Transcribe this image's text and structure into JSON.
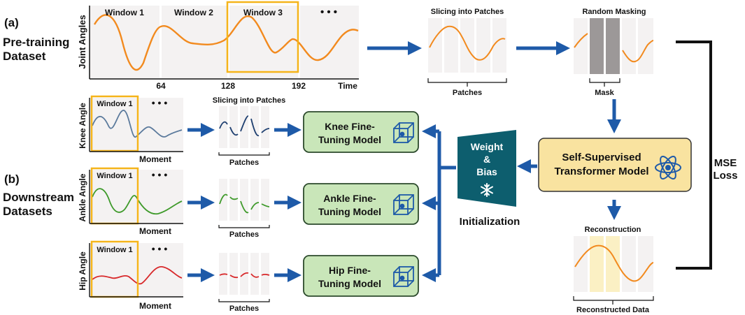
{
  "colors": {
    "orange": "#f28a1e",
    "window_box": "#f5b41a",
    "blue_arrow": "#1e5aa8",
    "knee_signal": "#5b7a9c",
    "ankle_signal": "#3e9a2a",
    "hip_signal": "#d8282a",
    "panel_bg": "#f4f2f2",
    "mask_gray": "#9c9898",
    "model_fill": "#c9e6b9",
    "model_border": "#2c4a2c",
    "transformer_fill": "#f9e3a0",
    "weight_trap": "#0d5e6e",
    "recon_highlight": "#fbf0c4",
    "mse_bracket": "#111111"
  },
  "labels": {
    "a": "(a)",
    "b": "(b)",
    "pretrain_l1": "Pre-training",
    "pretrain_l2": "Dataset",
    "downstream_l1": "Downstream",
    "downstream_l2": "Datasets"
  },
  "pretrain": {
    "ylabel": "Joint Angles",
    "windows": [
      "Window 1",
      "Window 2",
      "Window 3"
    ],
    "dots": "• • •",
    "xticks": [
      "64",
      "128",
      "192"
    ],
    "xlabel": "Time"
  },
  "slicing_top": {
    "title": "Slicing into Patches",
    "caption": "Patches"
  },
  "masking": {
    "title": "Random Masking",
    "caption": "Mask"
  },
  "reconstruction": {
    "title": "Reconstruction",
    "caption": "Reconstructed Data"
  },
  "transformer": {
    "line1": "Self-Supervised",
    "line2": "Transformer Model"
  },
  "weights": {
    "line1": "Weight",
    "line2": "&",
    "line3": "Bias",
    "caption": "Initialization"
  },
  "mse": {
    "line1": "MSE",
    "line2": "Loss"
  },
  "downstream": {
    "slicing_title": "Slicing into Patches",
    "rows": [
      {
        "ylabel": "Knee Angle",
        "window": "Window 1",
        "dots": "• • •",
        "xlabel": "Moment",
        "patches": "Patches",
        "model_l1": "Knee Fine-",
        "model_l2": "Tuning Model"
      },
      {
        "ylabel": "Ankle Angle",
        "window": "Window 1",
        "dots": "• • •",
        "xlabel": "Moment",
        "patches": "Patches",
        "model_l1": "Ankle Fine-",
        "model_l2": "Tuning Model"
      },
      {
        "ylabel": "Hip Angle",
        "window": "Window 1",
        "dots": "• • •",
        "xlabel": "Moment",
        "patches": "Patches",
        "model_l1": "Hip Fine-",
        "model_l2": "Tuning Model"
      }
    ]
  },
  "icons": [
    "cube-network-icon",
    "atom-icon",
    "snowflake-icon"
  ]
}
